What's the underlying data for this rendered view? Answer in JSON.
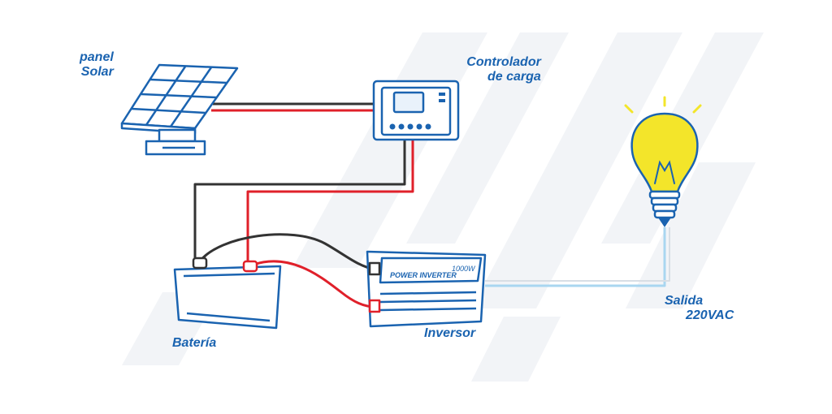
{
  "labels": {
    "panel": {
      "line1": "panel",
      "line2": "Solar"
    },
    "controller": {
      "line1": "Controlador",
      "line2": "de carga"
    },
    "battery": "Batería",
    "inverter": "Inversor",
    "output": {
      "line1": "Salida",
      "line2": "220VAC"
    }
  },
  "inverter_text": {
    "brand": "POWER INVERTER",
    "rating": "1000W"
  },
  "colors": {
    "outline": "#1a63b0",
    "wire_red": "#e0202a",
    "wire_black": "#333333",
    "wire_ac": "#a9d6f0",
    "bulb_yellow": "#f3e52a",
    "background_stripes": "#f2f4f7"
  }
}
